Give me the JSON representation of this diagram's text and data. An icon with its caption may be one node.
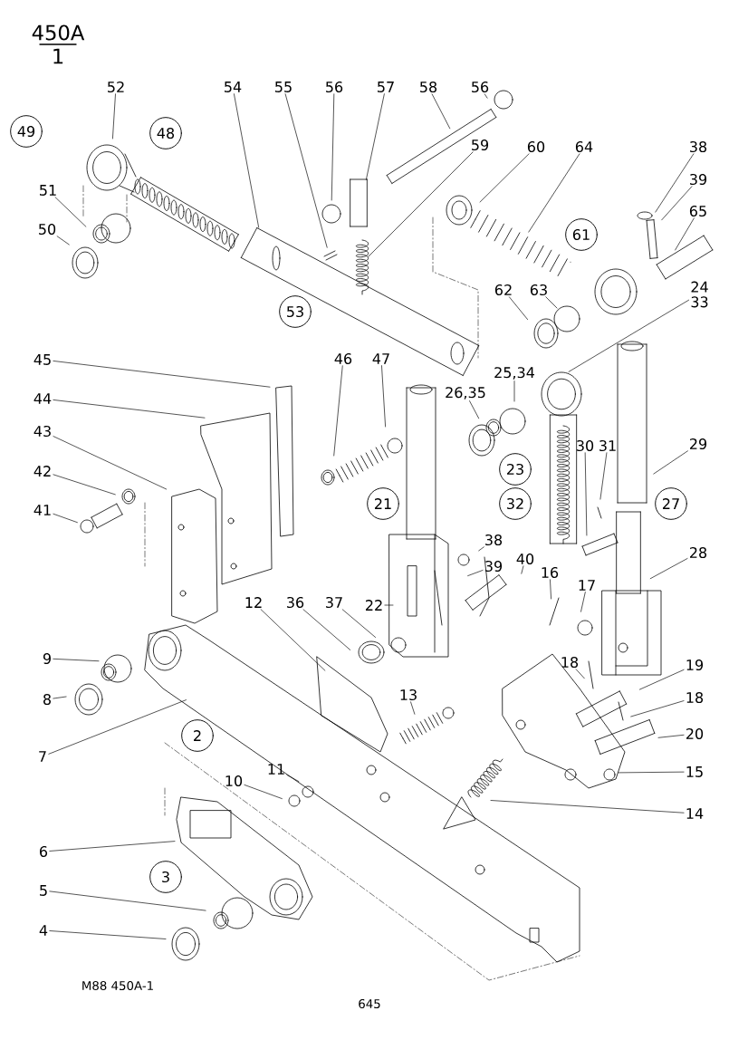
{
  "diagram": {
    "nodes": [
      {
        "text": [
          "52"
        ]
      },
      {
        "text": [
          "54"
        ]
      },
      {
        "text": [
          "55"
        ]
      },
      {
        "text": [
          "56"
        ]
      },
      {
        "text": [
          "57"
        ]
      },
      {
        "text": [
          "58"
        ]
      },
      {
        "text": [
          "56"
        ]
      },
      {
        "text": [
          "59"
        ]
      },
      {
        "text": [
          "60"
        ]
      },
      {
        "text": [
          "64"
        ]
      },
      {
        "text": [
          "38"
        ]
      },
      {
        "text": [
          "39"
        ]
      },
      {
        "text": [
          "65"
        ]
      },
      {
        "text": [
          "51"
        ]
      },
      {
        "text": [
          "50"
        ]
      },
      {
        "text": [
          "62"
        ]
      },
      {
        "text": [
          "63"
        ]
      },
      {
        "text": [
          "24 33"
        ]
      },
      {
        "text": [
          "45"
        ]
      },
      {
        "text": [
          "44"
        ]
      },
      {
        "text": [
          "43"
        ]
      },
      {
        "text": [
          "42"
        ]
      },
      {
        "text": [
          "41"
        ]
      },
      {
        "text": [
          "46"
        ]
      },
      {
        "text": [
          "47"
        ]
      },
      {
        "text": [
          "26,35"
        ]
      },
      {
        "text": [
          "25,34"
        ]
      },
      {
        "text": [
          "30"
        ]
      },
      {
        "text": [
          "31"
        ]
      },
      {
        "text": [
          "29"
        ]
      },
      {
        "text": [
          "28"
        ]
      },
      {
        "text": [
          "38"
        ]
      },
      {
        "text": [
          "39"
        ]
      },
      {
        "text": [
          "40"
        ]
      },
      {
        "text": [
          "16"
        ]
      },
      {
        "text": [
          "17"
        ]
      },
      {
        "text": [
          "22"
        ]
      },
      {
        "text": [
          "12"
        ]
      },
      {
        "text": [
          "36"
        ]
      },
      {
        "text": [
          "37"
        ]
      },
      {
        "text": [
          "9"
        ]
      },
      {
        "text": [
          "8"
        ]
      },
      {
        "text": [
          "7"
        ]
      },
      {
        "text": [
          "13"
        ]
      },
      {
        "text": [
          "18"
        ]
      },
      {
        "text": [
          "19"
        ]
      },
      {
        "text": [
          "18"
        ]
      },
      {
        "text": [
          "20"
        ]
      },
      {
        "text": [
          "15"
        ]
      },
      {
        "text": [
          "14"
        ]
      },
      {
        "text": [
          "10"
        ]
      },
      {
        "text": [
          "11"
        ]
      },
      {
        "text": [
          "6"
        ]
      },
      {
        "text": [
          "5"
        ]
      },
      {
        "text": [
          "4"
        ]
      },
      {
        "text": [
          "49"
        ]
      },
      {
        "text": [
          "48"
        ]
      },
      {
        "text": [
          "53"
        ]
      },
      {
        "text": [
          "61"
        ]
      },
      {
        "text": [
          "21"
        ]
      },
      {
        "text": [
          "23"
        ]
      },
      {
        "text": [
          "32"
        ]
      },
      {
        "text": [
          "27"
        ]
      },
      {
        "text": [
          "2"
        ]
      },
      {
        "text": [
          "3"
        ]
      }
    ],
    "edges": [
      {
        "from": 0,
        "to": null,
        "arrow": "none"
      },
      {
        "from": 1,
        "to": null,
        "arrow": "none"
      },
      {
        "from": 2,
        "to": null,
        "arrow": "none"
      },
      {
        "from": 3,
        "to": null,
        "arrow": "none"
      },
      {
        "from": 4,
        "to": null,
        "arrow": "none"
      },
      {
        "from": 5,
        "to": null,
        "arrow": "none"
      },
      {
        "from": 6,
        "to": null,
        "arrow": "none"
      },
      {
        "from": 7,
        "to": null,
        "arrow": "none"
      },
      {
        "from": 8,
        "to": null,
        "arrow": "none"
      },
      {
        "from": 9,
        "to": null,
        "arrow": "none"
      },
      {
        "from": 10,
        "to": null,
        "arrow": "none"
      },
      {
        "from": 11,
        "to": null,
        "arrow": "none"
      },
      {
        "from": 12,
        "to": null,
        "arrow": "none"
      },
      {
        "from": 13,
        "to": null,
        "arrow": "none"
      },
      {
        "from": 14,
        "to": null,
        "arrow": "none"
      },
      {
        "from": 15,
        "to": null,
        "arrow": "none"
      },
      {
        "from": 16,
        "to": null,
        "arrow": "none"
      },
      {
        "from": 17,
        "to": null,
        "arrow": "none"
      },
      {
        "from": 18,
        "to": null,
        "arrow": "none"
      },
      {
        "from": 19,
        "to": null,
        "arrow": "none"
      },
      {
        "from": 20,
        "to": null,
        "arrow": "none"
      },
      {
        "from": 21,
        "to": null,
        "arrow": "none"
      },
      {
        "from": 22,
        "to": null,
        "arrow": "none"
      },
      {
        "from": 23,
        "to": null,
        "arrow": "none"
      },
      {
        "from": 24,
        "to": null,
        "arrow": "none"
      },
      {
        "from": 25,
        "to": null,
        "arrow": "none"
      },
      {
        "from": 26,
        "to": null,
        "arrow": "none"
      },
      {
        "from": 27,
        "to": null,
        "arrow": "none"
      },
      {
        "from": 28,
        "to": null,
        "arrow": "none"
      },
      {
        "from": 29,
        "to": null,
        "arrow": "none"
      },
      {
        "from": 30,
        "to": null,
        "arrow": "none"
      },
      {
        "from": 31,
        "to": null,
        "arrow": "none"
      },
      {
        "from": 32,
        "to": null,
        "arrow": "none"
      },
      {
        "from": 33,
        "to": null,
        "arrow": "none"
      },
      {
        "from": 34,
        "to": null,
        "arrow": "none"
      },
      {
        "from": 35,
        "to": null,
        "arrow": "none"
      },
      {
        "from": 36,
        "to": null,
        "arrow": "none"
      },
      {
        "from": 37,
        "to": null,
        "arrow": "none"
      },
      {
        "from": 38,
        "to": null,
        "arrow": "none"
      },
      {
        "from": 39,
        "to": null,
        "arrow": "none"
      },
      {
        "from": 40,
        "to": null,
        "arrow": "none"
      },
      {
        "from": 41,
        "to": null,
        "arrow": "none"
      },
      {
        "from": 42,
        "to": null,
        "arrow": "none"
      },
      {
        "from": 43,
        "to": null,
        "arrow": "none"
      },
      {
        "from": 44,
        "to": null,
        "arrow": "none"
      },
      {
        "from": 45,
        "to": null,
        "arrow": "none"
      },
      {
        "from": 46,
        "to": null,
        "arrow": "none"
      },
      {
        "from": 47,
        "to": null,
        "arrow": "none"
      },
      {
        "from": 48,
        "to": null,
        "arrow": "none"
      },
      {
        "from": 49,
        "to": null,
        "arrow": "none"
      },
      {
        "from": 50,
        "to": null,
        "arrow": "none"
      },
      {
        "from": 51,
        "to": null,
        "arrow": "none"
      },
      {
        "from": 52,
        "to": null,
        "arrow": "none"
      },
      {
        "from": 53,
        "to": null,
        "arrow": "none"
      },
      {
        "from": 54,
        "to": null,
        "arrow": "none"
      }
    ],
    "labels": [
      "450A",
      "1",
      "M88 450A-1",
      "645"
    ]
  }
}
